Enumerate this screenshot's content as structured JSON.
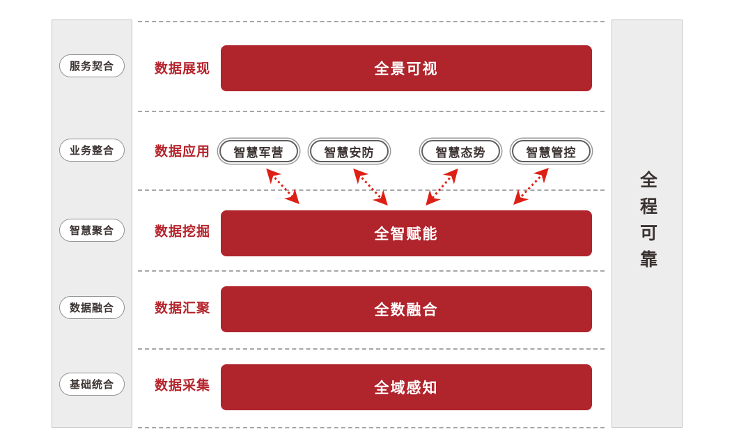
{
  "diagram": {
    "left_panel": {
      "items": [
        {
          "label": "服务契合"
        },
        {
          "label": "业务整合"
        },
        {
          "label": "智慧聚合"
        },
        {
          "label": "数据融合"
        },
        {
          "label": "基础统合"
        }
      ]
    },
    "right_panel": {
      "label": "全程可靠"
    },
    "rows": [
      {
        "label": "数据展现",
        "bar": "全景可视"
      },
      {
        "label": "数据应用",
        "apps": [
          "智慧军营",
          "智慧安防",
          "智慧态势",
          "智慧管控"
        ]
      },
      {
        "label": "数据挖掘",
        "bar": "全智赋能"
      },
      {
        "label": "数据汇聚",
        "bar": "全数融合"
      },
      {
        "label": "数据采集",
        "bar": "全域感知"
      }
    ],
    "colors": {
      "bar_red": "#B0242C",
      "label_red": "#B5242C",
      "arrow_red": "#DD2016",
      "panel_gray": "#EDEDED",
      "panel_border": "#C5C5C5",
      "text_dark": "#3B3331",
      "dotted_line": "#A6A6A6"
    }
  }
}
